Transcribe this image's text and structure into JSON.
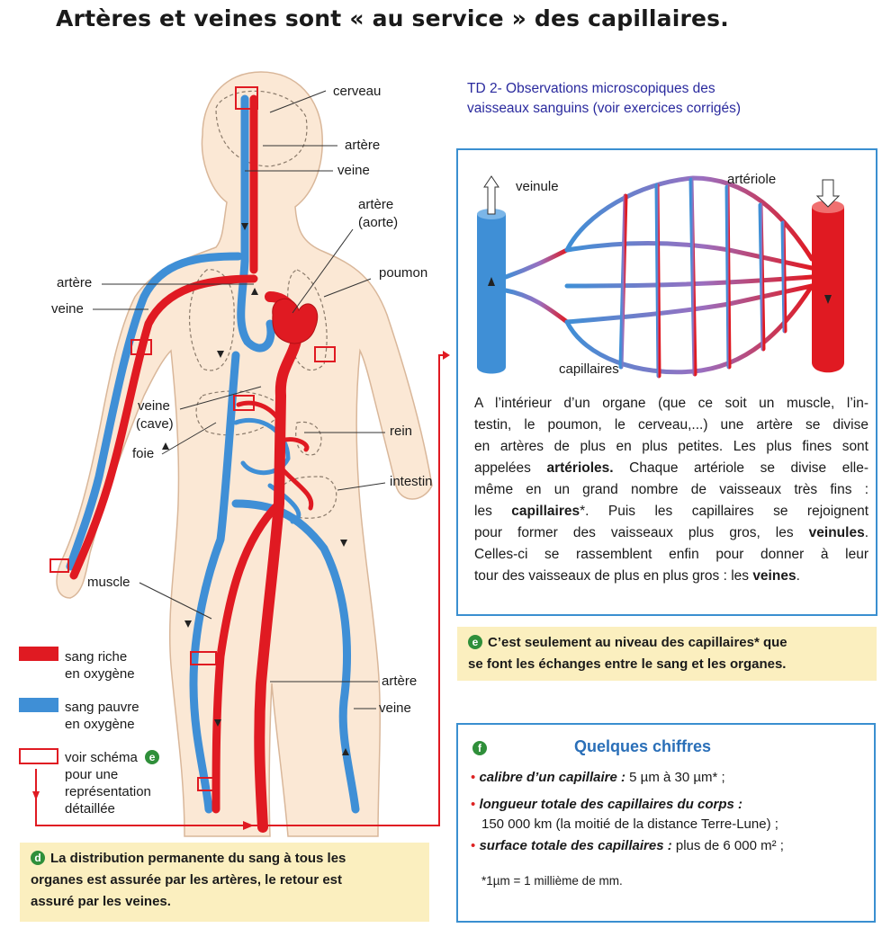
{
  "title": "Artères et veines sont « au service » des capillaires.",
  "body_labels": {
    "cerveau": "cerveau",
    "artere_head": "artère",
    "veine_head": "veine",
    "artere_aorte_1": "artère",
    "artere_aorte_2": "(aorte)",
    "poumon": "poumon",
    "artere_arm": "artère",
    "veine_arm": "veine",
    "veine_cave_1": "veine",
    "veine_cave_2": "(cave)",
    "foie": "foie",
    "rein": "rein",
    "intestin": "intestin",
    "muscle": "muscle",
    "artere_leg": "artère",
    "veine_leg": "veine"
  },
  "legend": {
    "rich": [
      "sang riche",
      "en oxygène"
    ],
    "poor": [
      "sang pauvre",
      "en oxygène"
    ],
    "schema": [
      "voir schéma",
      "pour une",
      "représentation",
      "détaillée"
    ],
    "schema_ref": "e",
    "colors": {
      "rich": "#e01a22",
      "poor": "#3f8fd6",
      "frame": "#e01a22"
    }
  },
  "td": {
    "line1": "TD 2- Observations microscopiques des",
    "line2": "vaisseaux sanguins   (voir exercices corrigés)"
  },
  "capillary_labels": {
    "veinule": "veinule",
    "arteriole": "artériole",
    "capillaires": "capillaires"
  },
  "description": [
    [
      "A l’intérieur d’un organe (que ce soit un muscle, l’in-"
    ],
    [
      "testin, le poumon, le cerveau,...) une artère se divise"
    ],
    [
      "en artères de plus en plus petites. Les plus fines sont"
    ],
    [
      "appelées ",
      "artérioles.",
      " Chaque artériole se divise elle-"
    ],
    [
      "même en un grand nombre de vaisseaux très fins :"
    ],
    [
      "les ",
      "capillaires",
      "*. Puis les capillaires se rejoignent"
    ],
    [
      "pour former des vaisseaux plus gros, les ",
      "veinules",
      "."
    ],
    [
      "Celles-ci se rassemblent enfin pour donner à leur"
    ],
    [
      "tour des vaisseaux de plus en plus gros : les ",
      "veines",
      "."
    ]
  ],
  "note_e": {
    "badge": "e",
    "line1": "C’est seulement au niveau des capillaires* que",
    "line2": "se font les échanges entre le sang et les organes."
  },
  "note_d": {
    "badge": "d",
    "line1": "La distribution permanente du sang à tous les",
    "line2": "organes est assurée par les artères, le retour est",
    "line3": "assuré par les veines."
  },
  "chiffres": {
    "badge": "f",
    "title": "Quelques chiffres",
    "item1_term": "calibre d’un capillaire :",
    "item1_value": " 5 µm à 30 µm* ;",
    "item2_term": "longueur totale des capillaires du corps :",
    "item2_value": "150 000 km (la moitié de la distance Terre-Lune) ;",
    "item3_term": "surface totale des capillaires :",
    "item3_value": " plus de 6 000 m² ;",
    "footnote": "*1µm = 1 millième de mm."
  }
}
